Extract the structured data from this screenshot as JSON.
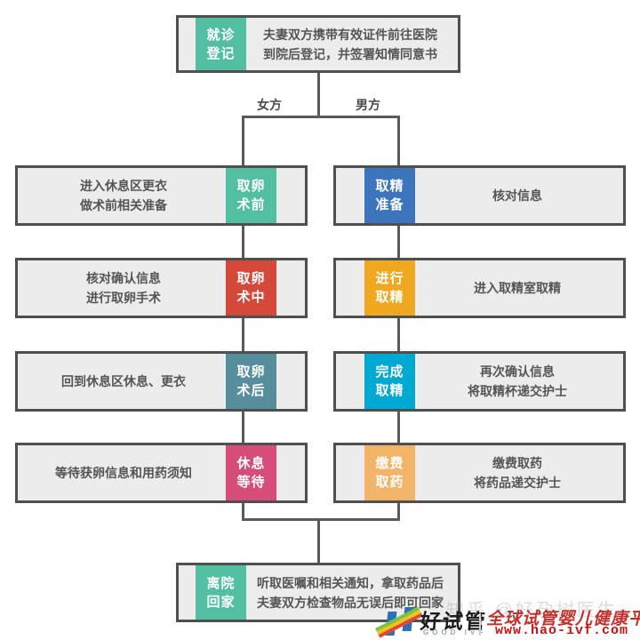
{
  "branch_labels": {
    "female": "女方",
    "male": "男方"
  },
  "nodes": {
    "registration": {
      "tag": "就诊\n登记",
      "desc": "夫妻双方携带有效证件前往医院\n到院后登记，并签署知情同意书",
      "color": "#52BFA2"
    },
    "female": [
      {
        "tag": "取卵\n术前",
        "desc": "进入休息区更衣\n做术前相关准备",
        "color": "#52BFA2"
      },
      {
        "tag": "取卵\n术中",
        "desc": "核对确认信息\n进行取卵手术",
        "color": "#D5493A"
      },
      {
        "tag": "取卵\n术后",
        "desc": "回到休息区休息、更衣",
        "color": "#578E9D"
      },
      {
        "tag": "休息\n等待",
        "desc": "等待获卵信息和用药须知",
        "color": "#D64D7A"
      }
    ],
    "male": [
      {
        "tag": "取精\n准备",
        "desc": "核对信息",
        "color": "#3D74BE"
      },
      {
        "tag": "进行\n取精",
        "desc": "进入取精室取精",
        "color": "#F0A820"
      },
      {
        "tag": "完成\n取精",
        "desc": "再次确认信息\n将取精杯递交护士",
        "color": "#00A9D2"
      },
      {
        "tag": "缴费\n取药",
        "desc": "缴费取药\n将药品递交护士",
        "color": "#F2B468"
      }
    ],
    "departure": {
      "tag": "离院\n回家",
      "desc": "听取医嘱和相关通知，拿取药品后\n夫妻双方检查物品无误后即可回家",
      "color": "#52BFA2"
    }
  },
  "footer": {
    "brand": "好试管",
    "brand_sub": "GOOD IVF",
    "slogan": "全球试管婴儿健康平台",
    "url": "www.hao-ivf.com",
    "watermark": "知乎 @好孕树医生"
  },
  "palette": {
    "box_fill": "#ECECEC",
    "box_border": "#4F4F4F",
    "connector": "#5A5A5A",
    "brand_blue": "#2E6FB7",
    "brand_red": "#C2322C",
    "url_red": "#CC1111"
  }
}
